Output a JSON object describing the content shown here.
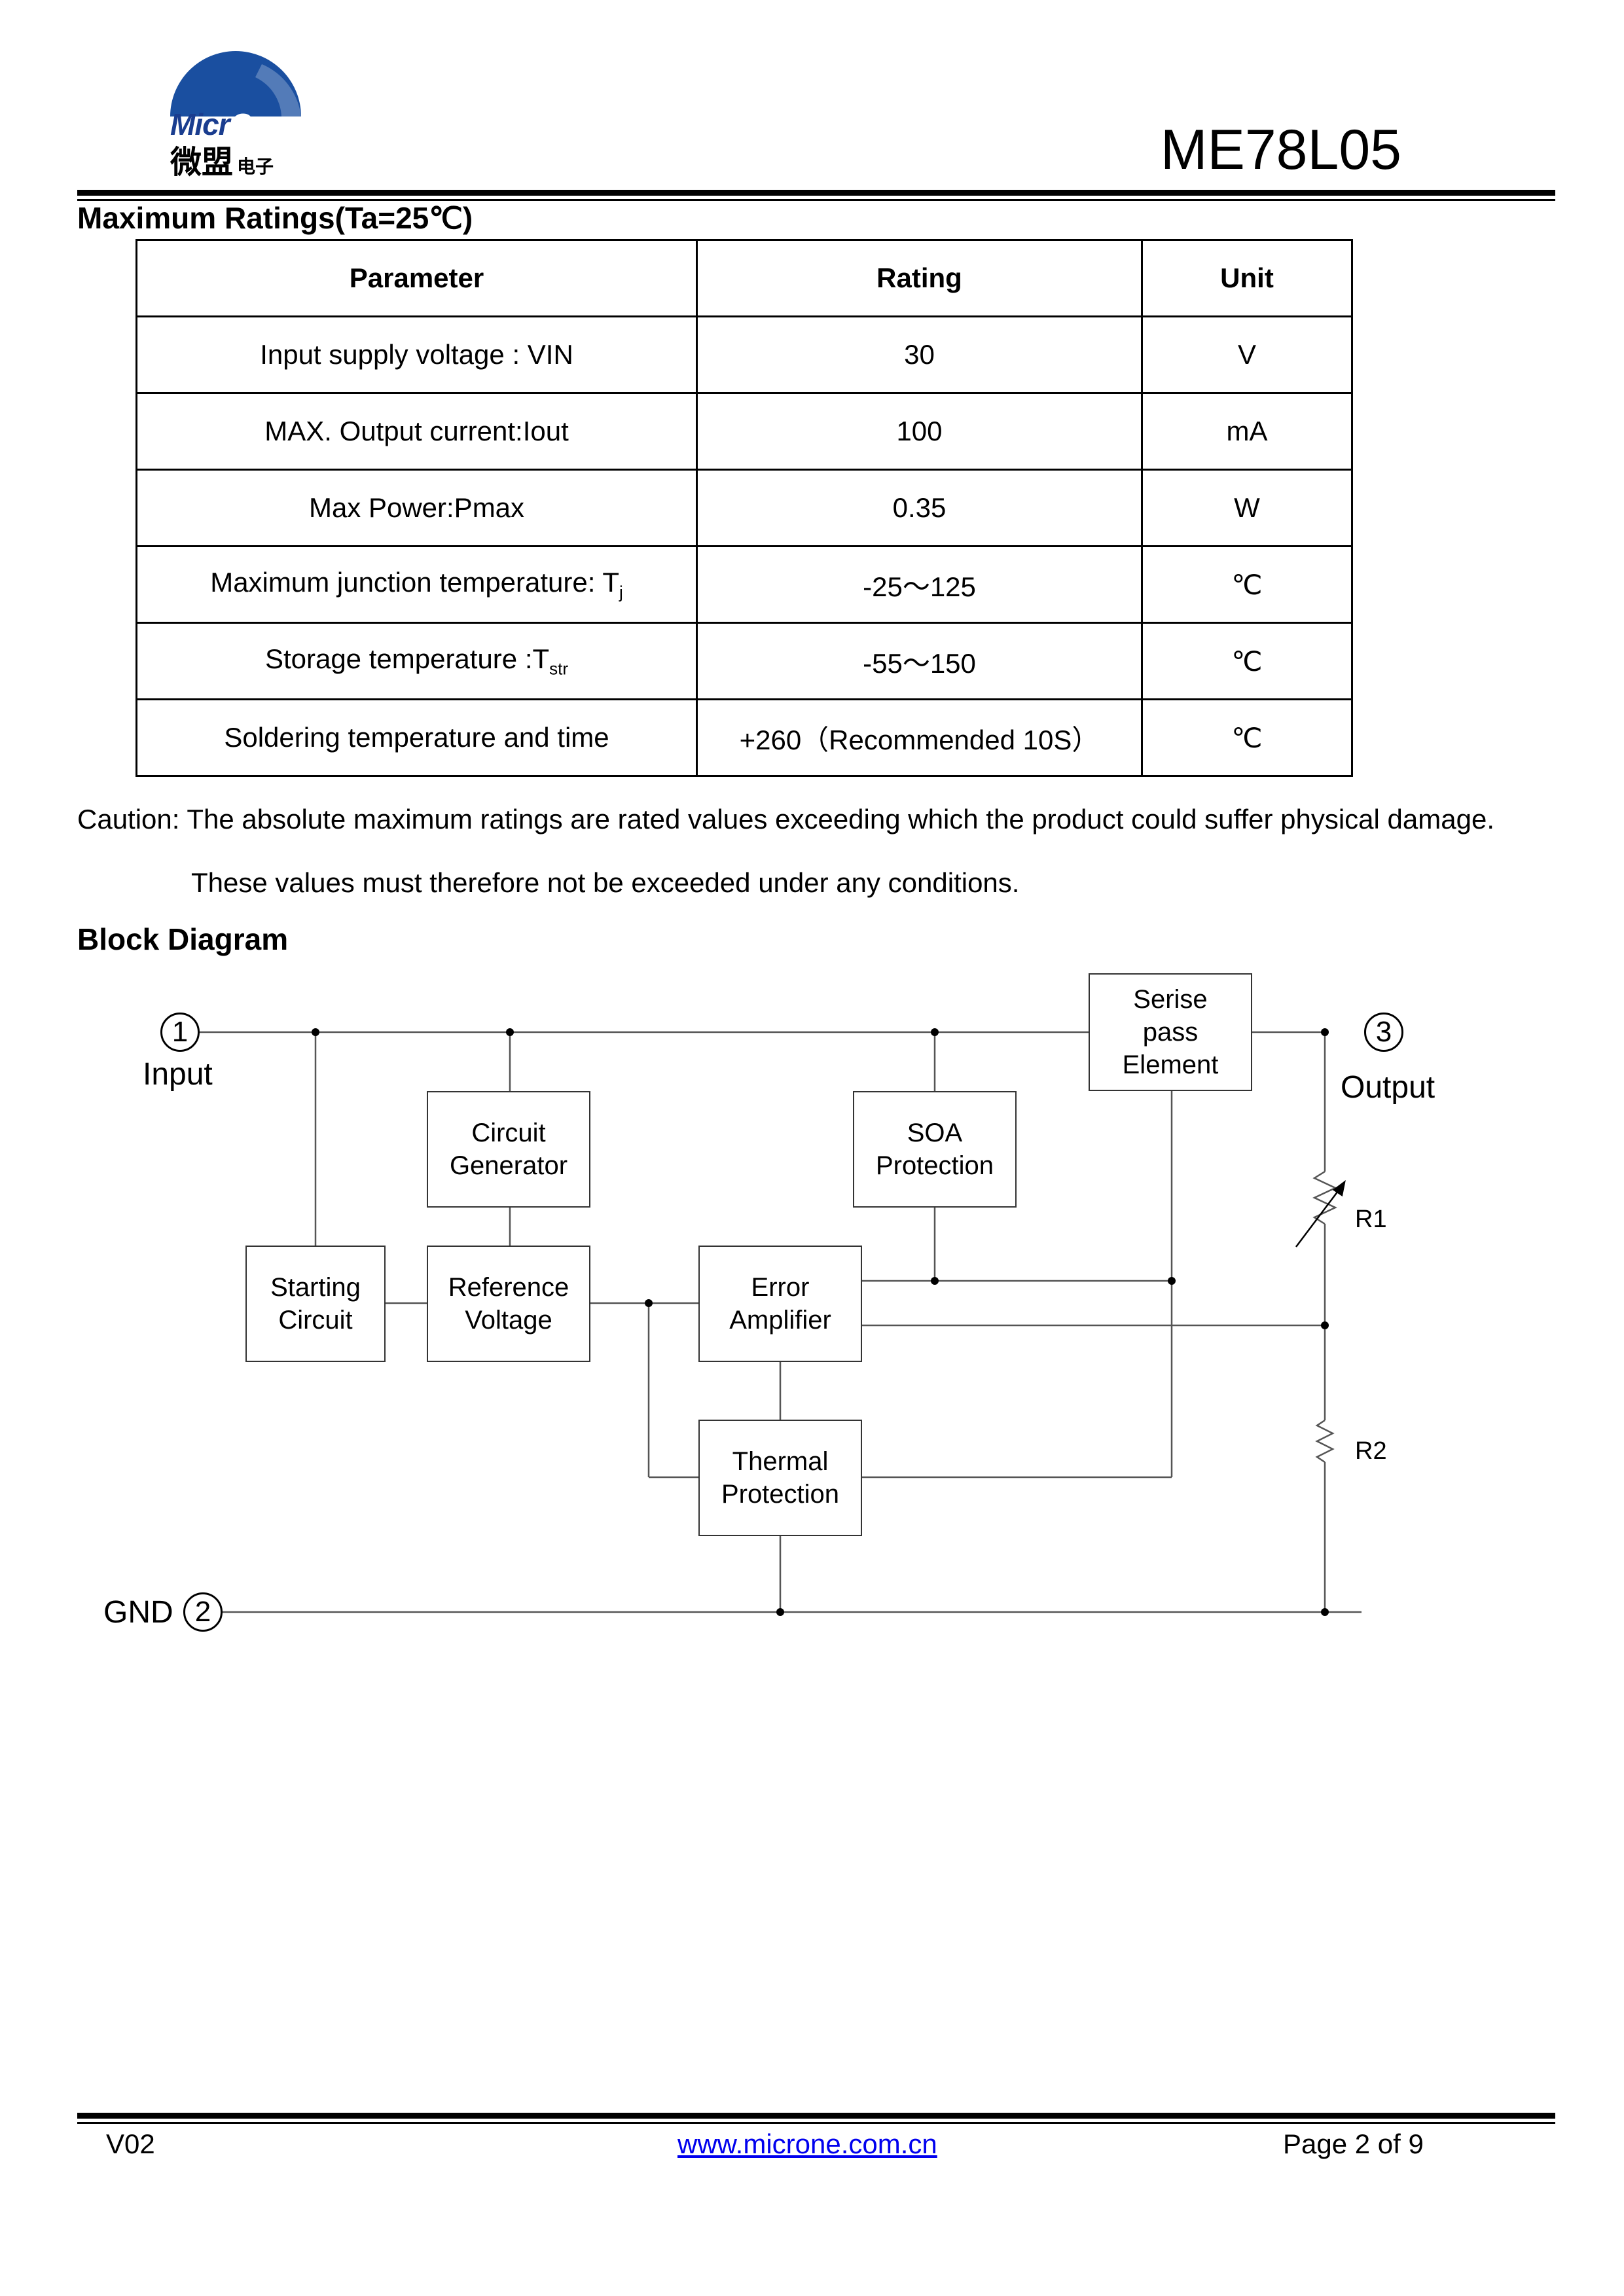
{
  "header": {
    "logo_text": "MicrOne",
    "logo_text_cn": "微盟",
    "logo_text_cn_small": "电子",
    "doc_title": "ME78L05",
    "logo_color": "#1a3d8f"
  },
  "ratings": {
    "section_title": "Maximum Ratings(Ta=25℃)",
    "columns": [
      "Parameter",
      "Rating",
      "Unit"
    ],
    "rows": [
      {
        "parameter": "Input supply voltage : VIN",
        "sub": "",
        "rating": "30",
        "unit": "V"
      },
      {
        "parameter": "MAX. Output current:Iout",
        "sub": "",
        "rating": "100",
        "unit": "mA"
      },
      {
        "parameter": "Max Power:Pmax",
        "sub": "",
        "rating": "0.35",
        "unit": "W"
      },
      {
        "parameter": "Maximum junction temperature: T",
        "sub": "j",
        "rating": "-25～125",
        "unit": "℃"
      },
      {
        "parameter": "Storage temperature :T",
        "sub": "str",
        "rating": "-55～150",
        "unit": "℃"
      },
      {
        "parameter": "Soldering temperature and time",
        "sub": "",
        "rating": "+260（Recommended 10S）",
        "unit": "℃"
      }
    ],
    "caution_line1": "Caution: The absolute maximum ratings are rated values exceeding which the product could suffer physical damage.",
    "caution_line2": "These values must therefore not be exceeded under any conditions."
  },
  "block_diagram": {
    "section_title": "Block Diagram",
    "pins": {
      "input_num": "1",
      "input_label": "Input",
      "output_num": "3",
      "output_label": "Output",
      "gnd_num": "2",
      "gnd_label": "GND"
    },
    "blocks": {
      "serise_pass": "Serise pass Element",
      "circuit_generator": "Circuit Generator",
      "soa_protection": "SOA Protection",
      "starting_circuit": "Starting Circuit",
      "reference_voltage": "Reference Voltage",
      "error_amplifier": "Error Amplifier",
      "thermal_protection": "Thermal Protection"
    },
    "resistors": {
      "r1": "R1",
      "r2": "R2"
    }
  },
  "footer": {
    "version": "V02",
    "website": "www.microne.com.cn",
    "page": "Page 2 of 9"
  }
}
